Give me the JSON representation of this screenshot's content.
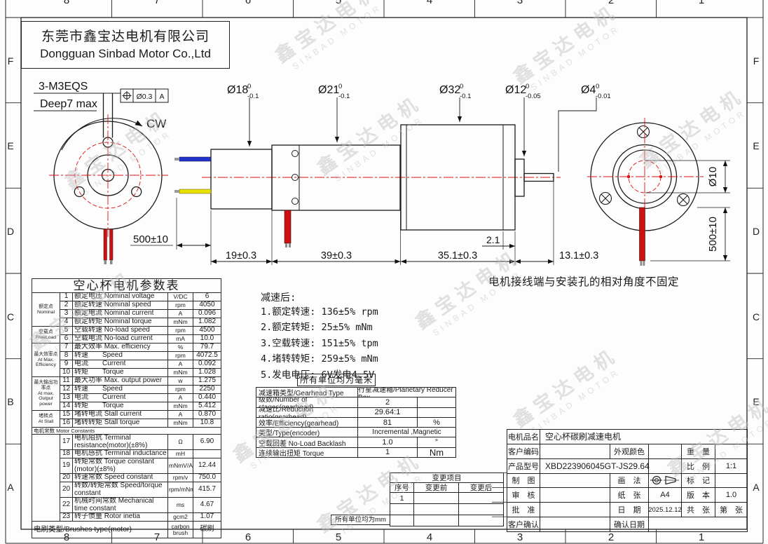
{
  "border": {
    "top_cols": [
      "8",
      "7",
      "6",
      "5",
      "4",
      "3",
      "2",
      "1"
    ],
    "bottom_cols": [
      "8",
      "7",
      "6",
      "5",
      "4",
      "3",
      "2",
      "1"
    ],
    "left_rows": [
      "F",
      "E",
      "D",
      "C",
      "B",
      "A"
    ],
    "right_rows": [
      "F",
      "E",
      "D",
      "C",
      "E",
      "A"
    ]
  },
  "company": {
    "name_cn": "东莞市鑫宝达电机有限公司",
    "name_en": "Dongguan Sinbad Motor Co.,Ltd"
  },
  "drawing": {
    "front": {
      "thread": "3-M3EQS",
      "depth": "Deep7 max",
      "gdt_tol": "Ø0.3",
      "gdt_datum": "A",
      "rotation": "CW",
      "wire_len": "500±10"
    },
    "dia_labels": [
      {
        "main": "Ø18",
        "sup": "0",
        "sub": "-0.1"
      },
      {
        "main": "Ø21",
        "sup": "0",
        "sub": "-0.1"
      },
      {
        "main": "Ø32",
        "sup": "0",
        "sub": "-0.1"
      },
      {
        "main": "Ø12",
        "sup": "0",
        "sub": "-0.05"
      },
      {
        "main": "Ø4",
        "sup": "0",
        "sub": "-0.01"
      }
    ],
    "len_dims": {
      "l1": "19±0.3",
      "l2": "39±0.3",
      "l3": "35.1±0.3",
      "l4": "2.1",
      "l5": "13.1±0.3"
    },
    "rear": {
      "shaft_dia": "Ø10",
      "wire_len": "500±10"
    },
    "note": "电机接线端与安装孔的相对角度不固定"
  },
  "motor_table": {
    "title": "空心杯电机参数表",
    "groups": [
      {
        "cn": "额定点",
        "en": "Nominal"
      },
      {
        "cn": "空载点",
        "en": "FreeLoad"
      },
      {
        "cn": "最大效率点",
        "en": "At Max. Efficiency"
      },
      {
        "cn": "最大输出功率点",
        "en": "At max. Output power"
      },
      {
        "cn": "堵转点",
        "en": "At Stall"
      }
    ],
    "constants_header": "电机常数 Motor Constants",
    "rows": [
      {
        "no": "1",
        "name": "额定电压 Nominal voltage",
        "unit": "V/DC",
        "value": "6"
      },
      {
        "no": "2",
        "name": "额定转速 Nominal speed",
        "unit": "rpm",
        "value": "4050"
      },
      {
        "no": "3",
        "name": "额定电流 Nominal current",
        "unit": "A",
        "value": "0.096"
      },
      {
        "no": "4",
        "name": "额定转矩 Nominal torque",
        "unit": "mNm",
        "value": "1.082"
      },
      {
        "no": "5",
        "name": "空载转速 No-load speed",
        "unit": "rpm",
        "value": "4500"
      },
      {
        "no": "6",
        "name": "空载电流 No-load current",
        "unit": "mA",
        "value": "10.0"
      },
      {
        "no": "7",
        "name": "最大效率 Max. efficiency",
        "unit": "%",
        "value": "79.7"
      },
      {
        "no": "8",
        "name": "转速　　Speed",
        "unit": "rpm",
        "value": "4072.5"
      },
      {
        "no": "9",
        "name": "电流　　Current",
        "unit": "A",
        "value": "0.092"
      },
      {
        "no": "10",
        "name": "转矩　　Torque",
        "unit": "mNm",
        "value": "1.028"
      },
      {
        "no": "11",
        "name": "最大功率  Max. output power",
        "unit": "w",
        "value": "1.275"
      },
      {
        "no": "12",
        "name": "转速　　Speed",
        "unit": "rpm",
        "value": "2250"
      },
      {
        "no": "13",
        "name": "电流　　Current",
        "unit": "A",
        "value": "0.440"
      },
      {
        "no": "14",
        "name": "转矩　　Torque",
        "unit": "mNm",
        "value": "5.412"
      },
      {
        "no": "15",
        "name": "堵转电流  Stall current",
        "unit": "A",
        "value": "0.870"
      },
      {
        "no": "16",
        "name": "堵转转矩 Stall torque",
        "unit": "mNm",
        "value": "10.8"
      },
      {
        "no": "17",
        "name": "电机阻抗 Terminal resistance(motor)(±8%)",
        "unit": "Ω",
        "value": "6.90"
      },
      {
        "no": "18",
        "name": "电机感抗 Terminal inductance",
        "unit": "mH",
        "value": ""
      },
      {
        "no": "19",
        "name": "转矩常数 Torque constant (motor)(±8%)",
        "unit": "mNmV/A",
        "value": "12.44"
      },
      {
        "no": "20",
        "name": "转速常数  Speed constant",
        "unit": "rpm/v",
        "value": "750.0"
      },
      {
        "no": "21",
        "name": "转数/转矩常数  Speed/torque constant",
        "unit": "rpm/mNm",
        "value": "415.7"
      },
      {
        "no": "22",
        "name": "机械时间常数  Mechanical time constant",
        "unit": "ms",
        "value": "4.67"
      },
      {
        "no": "23",
        "name": "转子惯量  Rotor inetia",
        "unit": "gcm2",
        "value": "1.07"
      }
    ],
    "brushes_label": "电刷类型/Brushes type(motor)",
    "brushes_unit": "carbon brush",
    "brushes_value": "碳刷"
  },
  "reduction": {
    "title": "减速后:",
    "items": [
      "1.额定转速: 136±5% rpm",
      "2.额定转矩: 25±5% mNm",
      "3.空载转速: 151±5% tpm",
      "4.堵转转矩: 259±5% mNm",
      "5.发电电压: 6V发电4.5V"
    ]
  },
  "gearhead": {
    "units_note": "所有单位均为毫米",
    "rows": [
      {
        "label": "减速箱类型/Gearhead Type",
        "value": "行星减速箱/Planetary Reducer Box",
        "unit": ""
      },
      {
        "label": "级数/Number of stages(gearhead)",
        "value": "2",
        "unit": ""
      },
      {
        "label": "减速比/Reduction ratio(gearhead)",
        "value": "29.64:1",
        "unit": ""
      },
      {
        "label": "效率/Efficiency(gearhead)",
        "value": "81",
        "unit": "%"
      },
      {
        "label": "类型/Type(encoder)",
        "value": "Incremental ,Magnetic",
        "unit": ""
      },
      {
        "label": "空载回差 No-Load Backlash",
        "value": "1.0",
        "unit": "°"
      },
      {
        "label": "连续输出扭矩 Torque",
        "value": "1",
        "unit": "Nm"
      }
    ]
  },
  "change_table": {
    "title": "变更项目",
    "col_no": "序号",
    "col_before": "变更前",
    "col_after": "变更后",
    "rows": [
      {
        "no": "1",
        "before": "",
        "after": ""
      },
      {
        "no": "",
        "before": "",
        "after": ""
      },
      {
        "no": "",
        "before": "",
        "after": ""
      }
    ],
    "units_note": "所有单位均为mm"
  },
  "title_block": {
    "product_name_label": "电机品名",
    "product_name": "空心杯碳刷减速电机",
    "customer_code_label": "客户编码",
    "customer_code": "",
    "color_label": "外观颜色",
    "color": "",
    "weight_label": "重　量",
    "weight": "",
    "model_label": "产品型号",
    "model": "XBD223906045GT-JS29.64",
    "scale_label": "比　例",
    "scale": "1:1",
    "drawn_label": "制　图",
    "drawn": "",
    "method_label": "画　法",
    "mark_label": "标　记",
    "mark": "",
    "checked_label": "审　核",
    "checked": "",
    "paper_label": "纸　张",
    "paper": "A4",
    "version_label": "版　本",
    "version": "1.0",
    "approved_label": "批　准",
    "approved": "",
    "date_label": "日　期",
    "date": "2025.12.12",
    "sheets_label": "共　张",
    "sheets": "第　张",
    "confirm_label": "客户确认",
    "confirm": "",
    "confirm_date_label": "确认日期",
    "confirm_date": ""
  },
  "watermark": {
    "line1": "鑫宝达电机",
    "line2": "SINBAD MOTOR"
  }
}
